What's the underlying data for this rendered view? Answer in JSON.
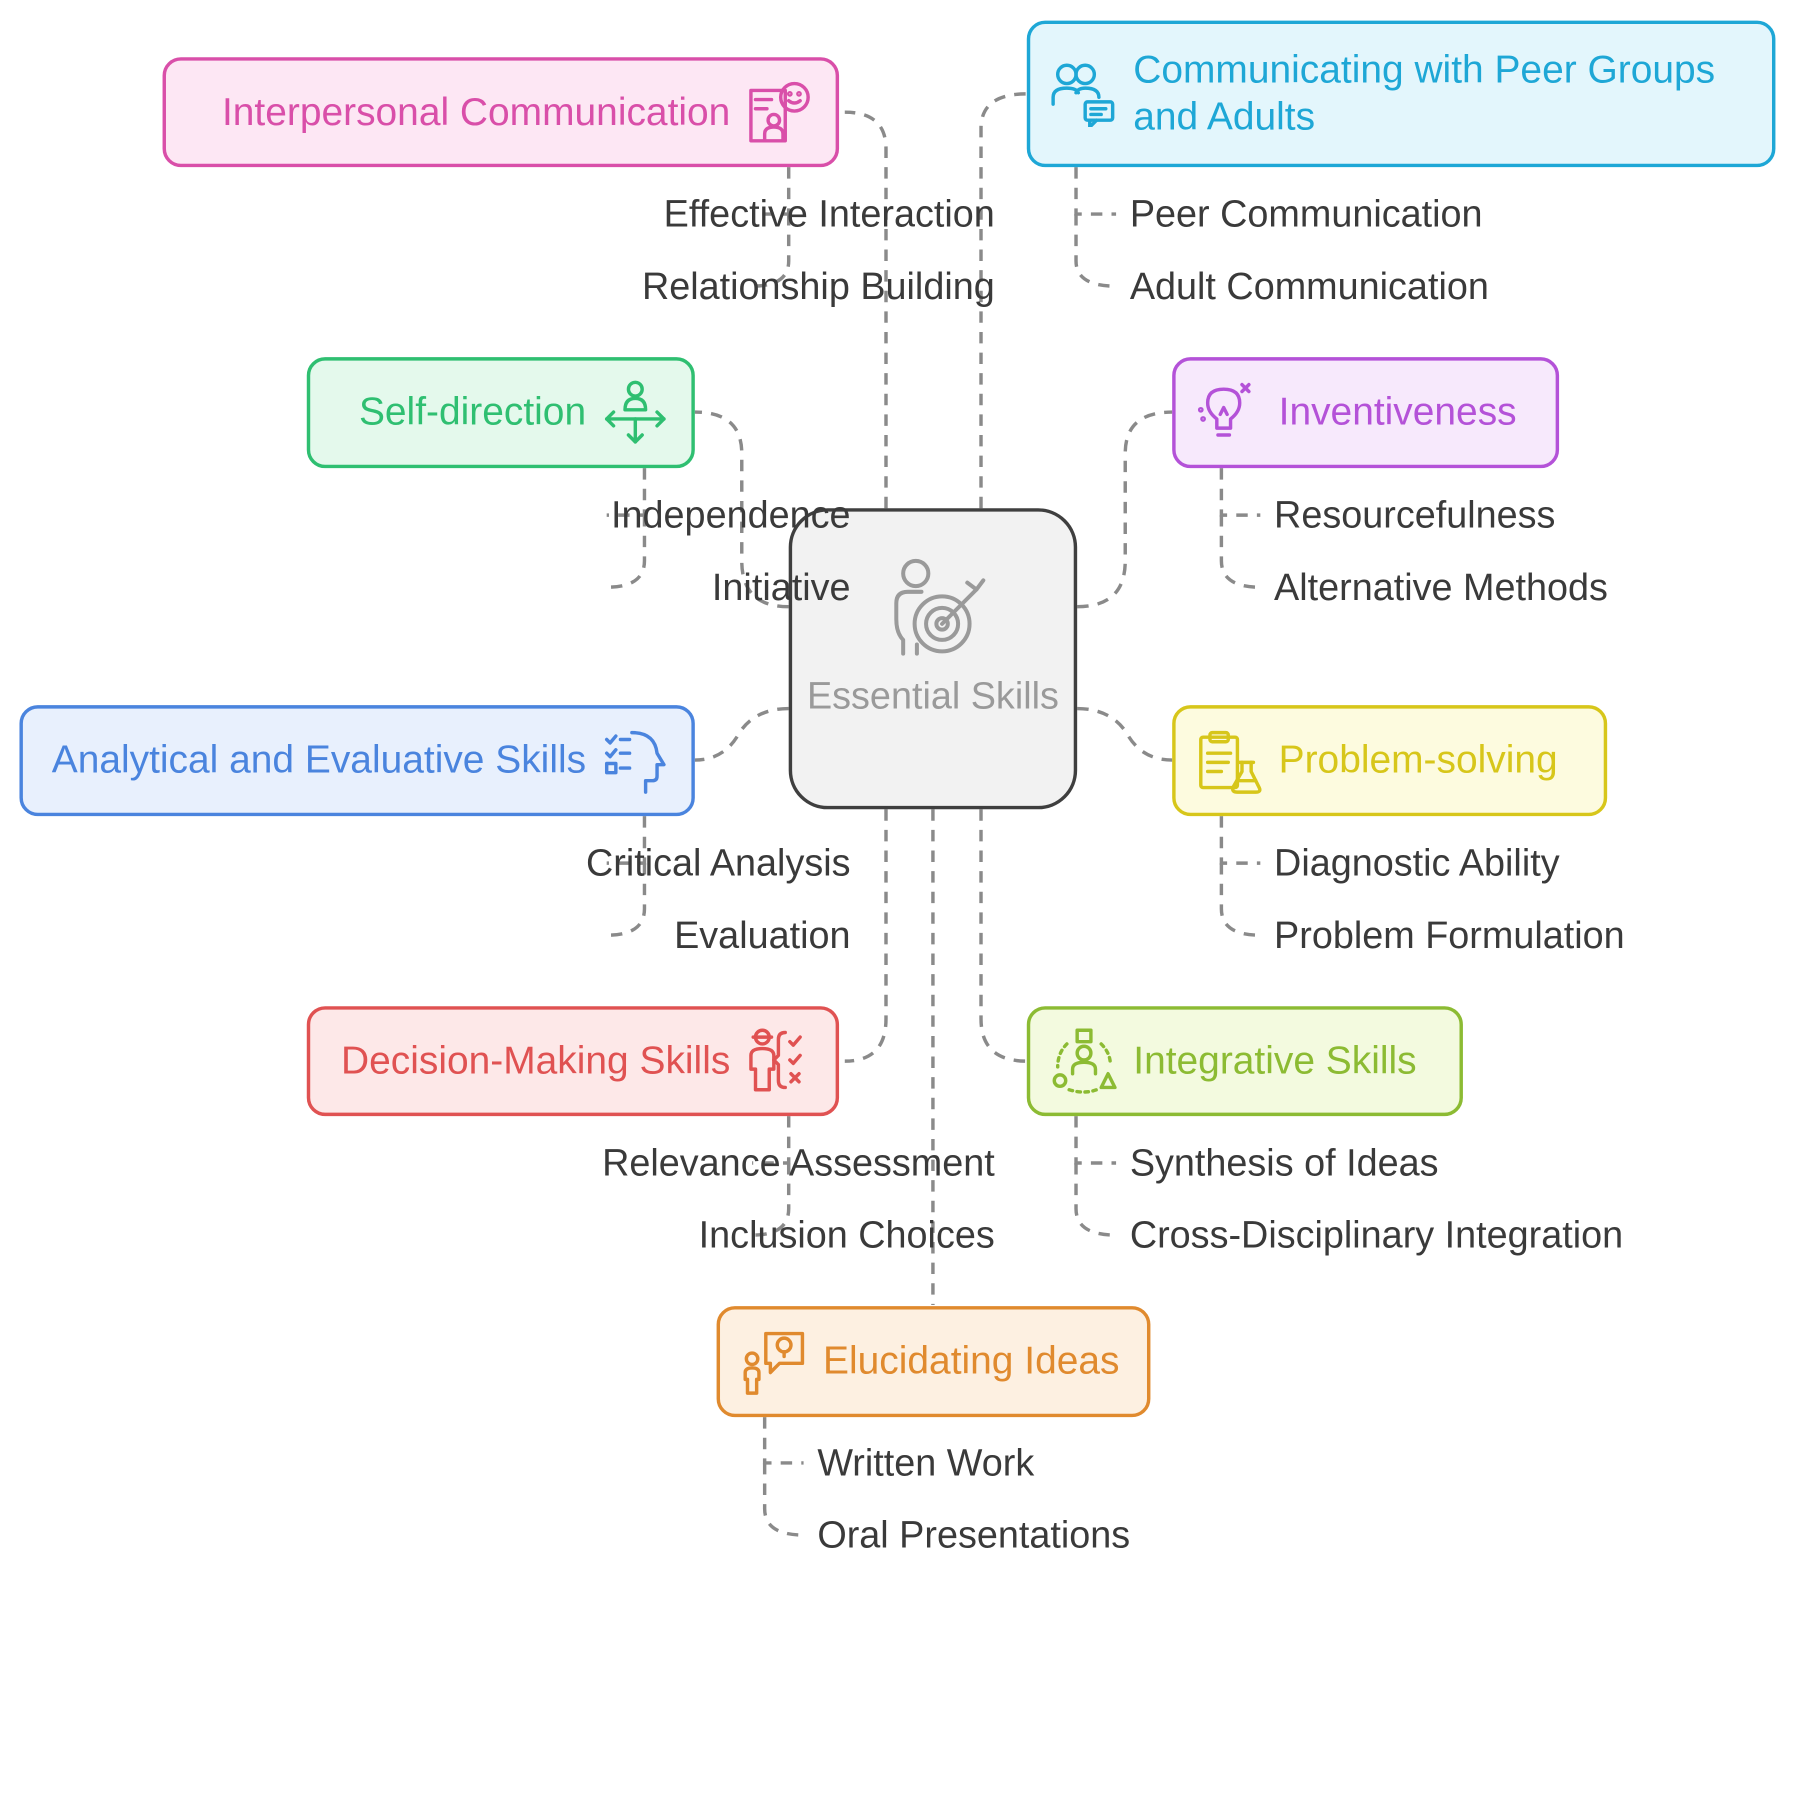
{
  "center": {
    "title": "Essential Skills",
    "icon": "person-target-icon",
    "color": "#3f3f3f"
  },
  "branches": [
    {
      "id": "interpersonal",
      "title": "Interpersonal Communication",
      "icon": "presenter-chat-icon",
      "color": "#d94fa9",
      "bg": "#fde7f4",
      "items": [
        "Effective Interaction",
        "Relationship Building"
      ]
    },
    {
      "id": "peer",
      "title": "Communicating with Peer Groups and Adults",
      "icon": "group-chat-icon",
      "color": "#1ea7d6",
      "bg": "#e3f6fc",
      "items": [
        "Peer Communication",
        "Adult Communication"
      ]
    },
    {
      "id": "self",
      "title": "Self-direction",
      "icon": "person-directions-icon",
      "color": "#2fbf71",
      "bg": "#e4f9ec",
      "items": [
        "Independence",
        "Initiative"
      ]
    },
    {
      "id": "invent",
      "title": "Inventiveness",
      "icon": "lightbulb-icon",
      "color": "#b452d8",
      "bg": "#f7e9fc",
      "items": [
        "Resourcefulness",
        "Alternative Methods"
      ]
    },
    {
      "id": "analytical",
      "title": "Analytical and Evaluative Skills",
      "icon": "head-checklist-icon",
      "color": "#4a84de",
      "bg": "#e8f0fd",
      "items": [
        "Critical Analysis",
        "Evaluation"
      ]
    },
    {
      "id": "problem",
      "title": "Problem-solving",
      "icon": "clipboard-flask-icon",
      "color": "#d7c61a",
      "bg": "#fdfbdf",
      "items": [
        "Diagnostic Ability",
        "Problem Formulation"
      ]
    },
    {
      "id": "decision",
      "title": "Decision-Making Skills",
      "icon": "person-checklist-icon",
      "color": "#e05252",
      "bg": "#fde8e8",
      "items": [
        "Relevance Assessment",
        "Inclusion Choices"
      ]
    },
    {
      "id": "integrative",
      "title": "Integrative Skills",
      "icon": "people-network-icon",
      "color": "#8cbb33",
      "bg": "#f3fadf",
      "items": [
        "Synthesis of Ideas",
        "Cross-Disciplinary Integration"
      ]
    },
    {
      "id": "elucidating",
      "title": "Elucidating Ideas",
      "icon": "person-idea-bubble-icon",
      "color": "#e08a2e",
      "bg": "#fdf0e1",
      "items": [
        "Written Work",
        "Oral Presentations"
      ]
    }
  ],
  "connector_color": "#8a8a8a"
}
